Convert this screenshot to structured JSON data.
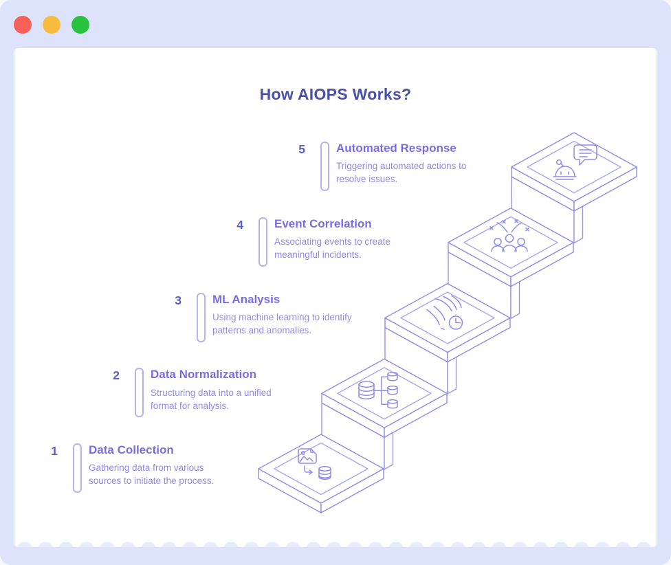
{
  "window": {
    "controls": [
      {
        "name": "close",
        "color": "#f96057"
      },
      {
        "name": "minimize",
        "color": "#f5bc3e"
      },
      {
        "name": "maximize",
        "color": "#28c23f"
      }
    ]
  },
  "infographic": {
    "title": "How AIOPS Works?",
    "steps": [
      {
        "num": "1",
        "title": "Data Collection",
        "description": "Gathering data from various\nsources to initiate the process.",
        "icon": "image-database-arrow-icon"
      },
      {
        "num": "2",
        "title": "Data Normalization",
        "description": "Structuring data into a unified\nformat for analysis.",
        "icon": "database-split-icon"
      },
      {
        "num": "3",
        "title": "ML Analysis",
        "description": "Using machine learning to identify\npatterns and anomalies.",
        "icon": "wind-clock-icon"
      },
      {
        "num": "4",
        "title": "Event Correlation",
        "description": "Associating events to create\nmeaningful incidents.",
        "icon": "people-sparkle-icon"
      },
      {
        "num": "5",
        "title": "Automated Response",
        "description": "Triggering automated actions to\nresolve issues.",
        "icon": "robot-chat-icon"
      }
    ],
    "colors": {
      "heading": "#4a4fa7",
      "step_number": "#5a5fc7",
      "step_title": "#7a6de3",
      "step_description": "#9289e9",
      "accent_bar": "#b5b2f0",
      "stair_outline": "#908ce6",
      "stair_inner": "#a9a6ef",
      "stair_riser": "#9894ea",
      "icon_stroke": "#8f8be8",
      "window_bg": "#dde3fb",
      "card_bg": "#ffffff"
    }
  }
}
